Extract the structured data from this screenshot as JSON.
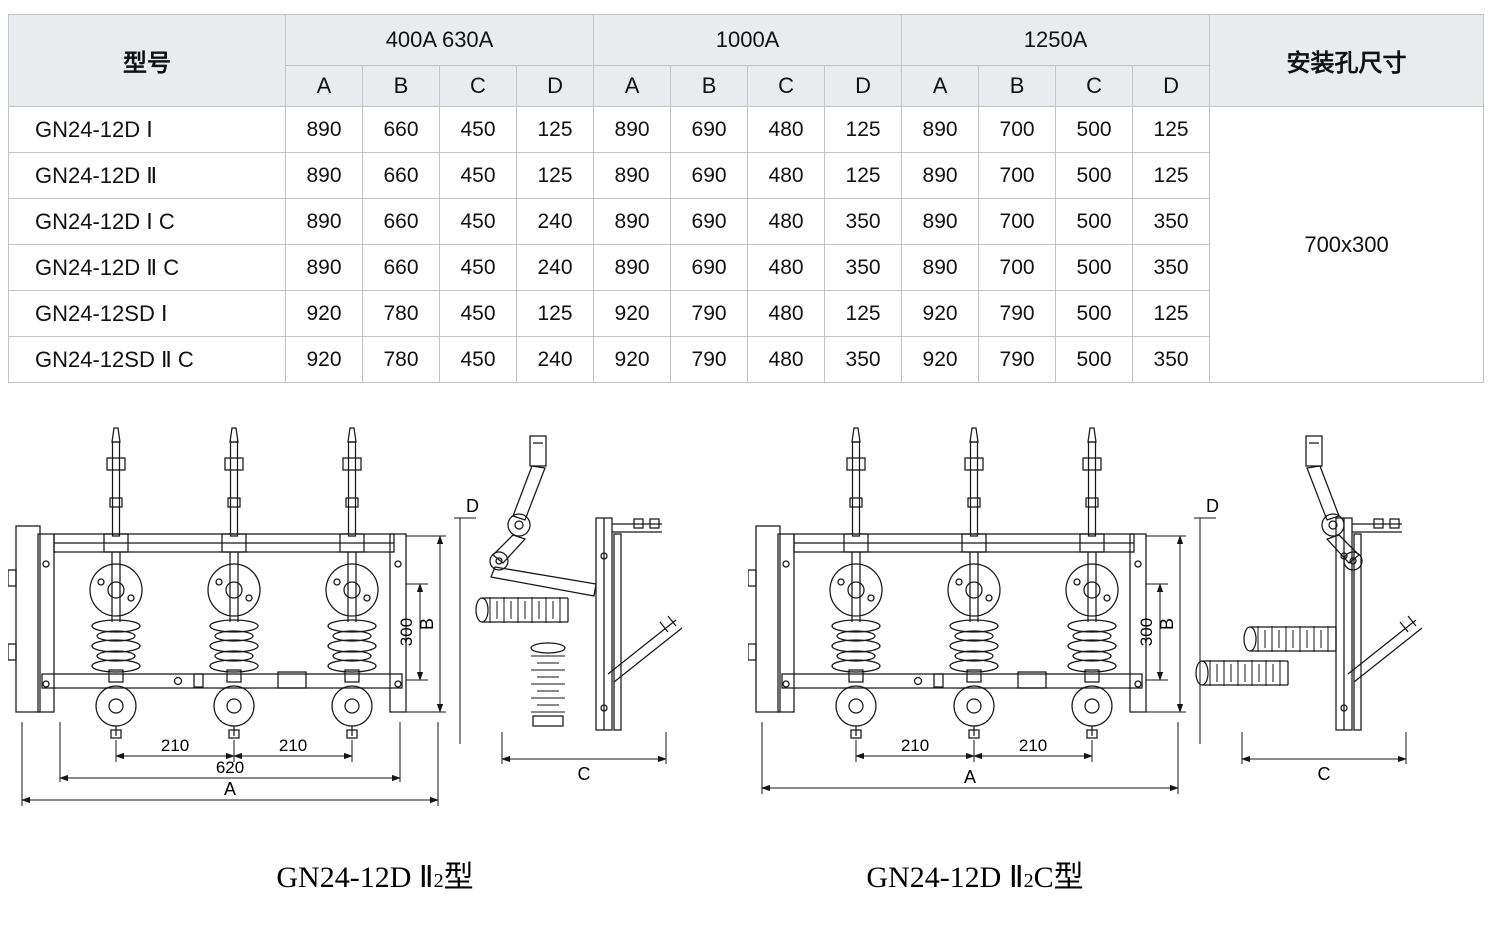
{
  "table": {
    "model_header": "型号",
    "mount_header": "安装孔尺寸",
    "mount_value": "700x300",
    "groups": [
      {
        "label": "400A 630A"
      },
      {
        "label": "1000A"
      },
      {
        "label": "1250A"
      }
    ],
    "subcols": [
      "A",
      "B",
      "C",
      "D"
    ],
    "rows": [
      {
        "model": "GN24-12D Ⅰ",
        "values": [
          "890",
          "660",
          "450",
          "125",
          "890",
          "690",
          "480",
          "125",
          "890",
          "700",
          "500",
          "125"
        ]
      },
      {
        "model": "GN24-12D Ⅱ",
        "values": [
          "890",
          "660",
          "450",
          "125",
          "890",
          "690",
          "480",
          "125",
          "890",
          "700",
          "500",
          "125"
        ]
      },
      {
        "model": "GN24-12D Ⅰ C",
        "values": [
          "890",
          "660",
          "450",
          "240",
          "890",
          "690",
          "480",
          "350",
          "890",
          "700",
          "500",
          "350"
        ]
      },
      {
        "model": "GN24-12D Ⅱ C",
        "values": [
          "890",
          "660",
          "450",
          "240",
          "890",
          "690",
          "480",
          "350",
          "890",
          "700",
          "500",
          "350"
        ]
      },
      {
        "model": "GN24-12SD Ⅰ",
        "values": [
          "920",
          "780",
          "450",
          "125",
          "920",
          "790",
          "480",
          "125",
          "920",
          "790",
          "500",
          "125"
        ]
      },
      {
        "model": "GN24-12SD Ⅱ C",
        "values": [
          "920",
          "780",
          "450",
          "240",
          "920",
          "790",
          "480",
          "350",
          "920",
          "790",
          "500",
          "350"
        ]
      }
    ]
  },
  "figures": [
    {
      "caption": {
        "main": "GN24-12D Ⅱ",
        "sub": "2",
        "tail": "型"
      },
      "dims": {
        "spacing1": "210",
        "spacing2": "210",
        "inner_width": "620",
        "overall_width": "A",
        "height_value": "300",
        "height_letter": "B",
        "depth_letter": "C",
        "top_letter": "D"
      }
    },
    {
      "caption": {
        "main": "GN24-12D Ⅱ",
        "sub": "2",
        "tail": "C型"
      },
      "dims": {
        "spacing1": "210",
        "spacing2": "210",
        "overall_width": "A",
        "height_value": "300",
        "height_letter": "B",
        "depth_letter": "C",
        "top_letter": "D"
      }
    }
  ]
}
